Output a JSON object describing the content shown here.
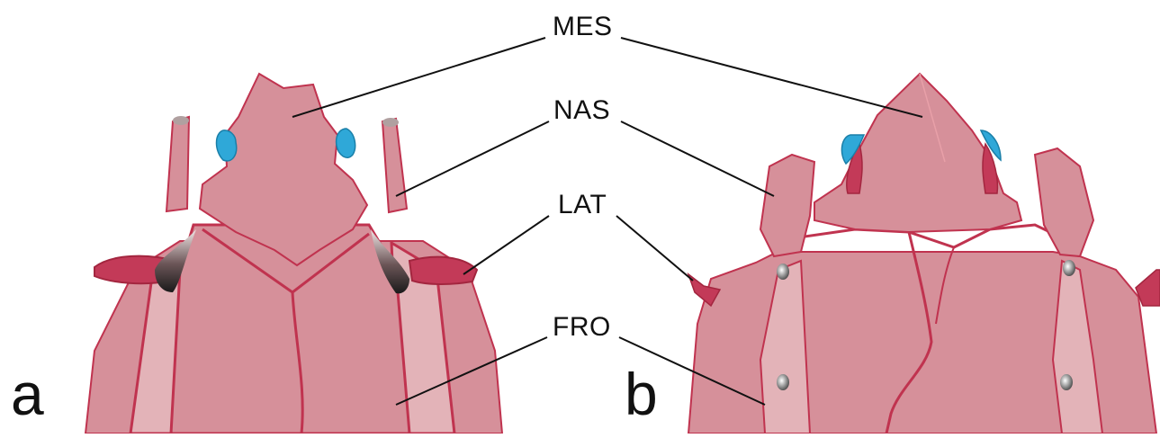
{
  "labels": {
    "mes": "MES",
    "nas": "NAS",
    "lat": "LAT",
    "fro": "FRO"
  },
  "panels": {
    "a": "a",
    "b": "b"
  },
  "colors": {
    "bone": "#d6909a",
    "bone_light": "#e3b3b8",
    "suture": "#c0334f",
    "lateral_ethmoid": "#c33a58",
    "blue_structure": "#2fa8d8",
    "dark_structure": "#222222"
  }
}
